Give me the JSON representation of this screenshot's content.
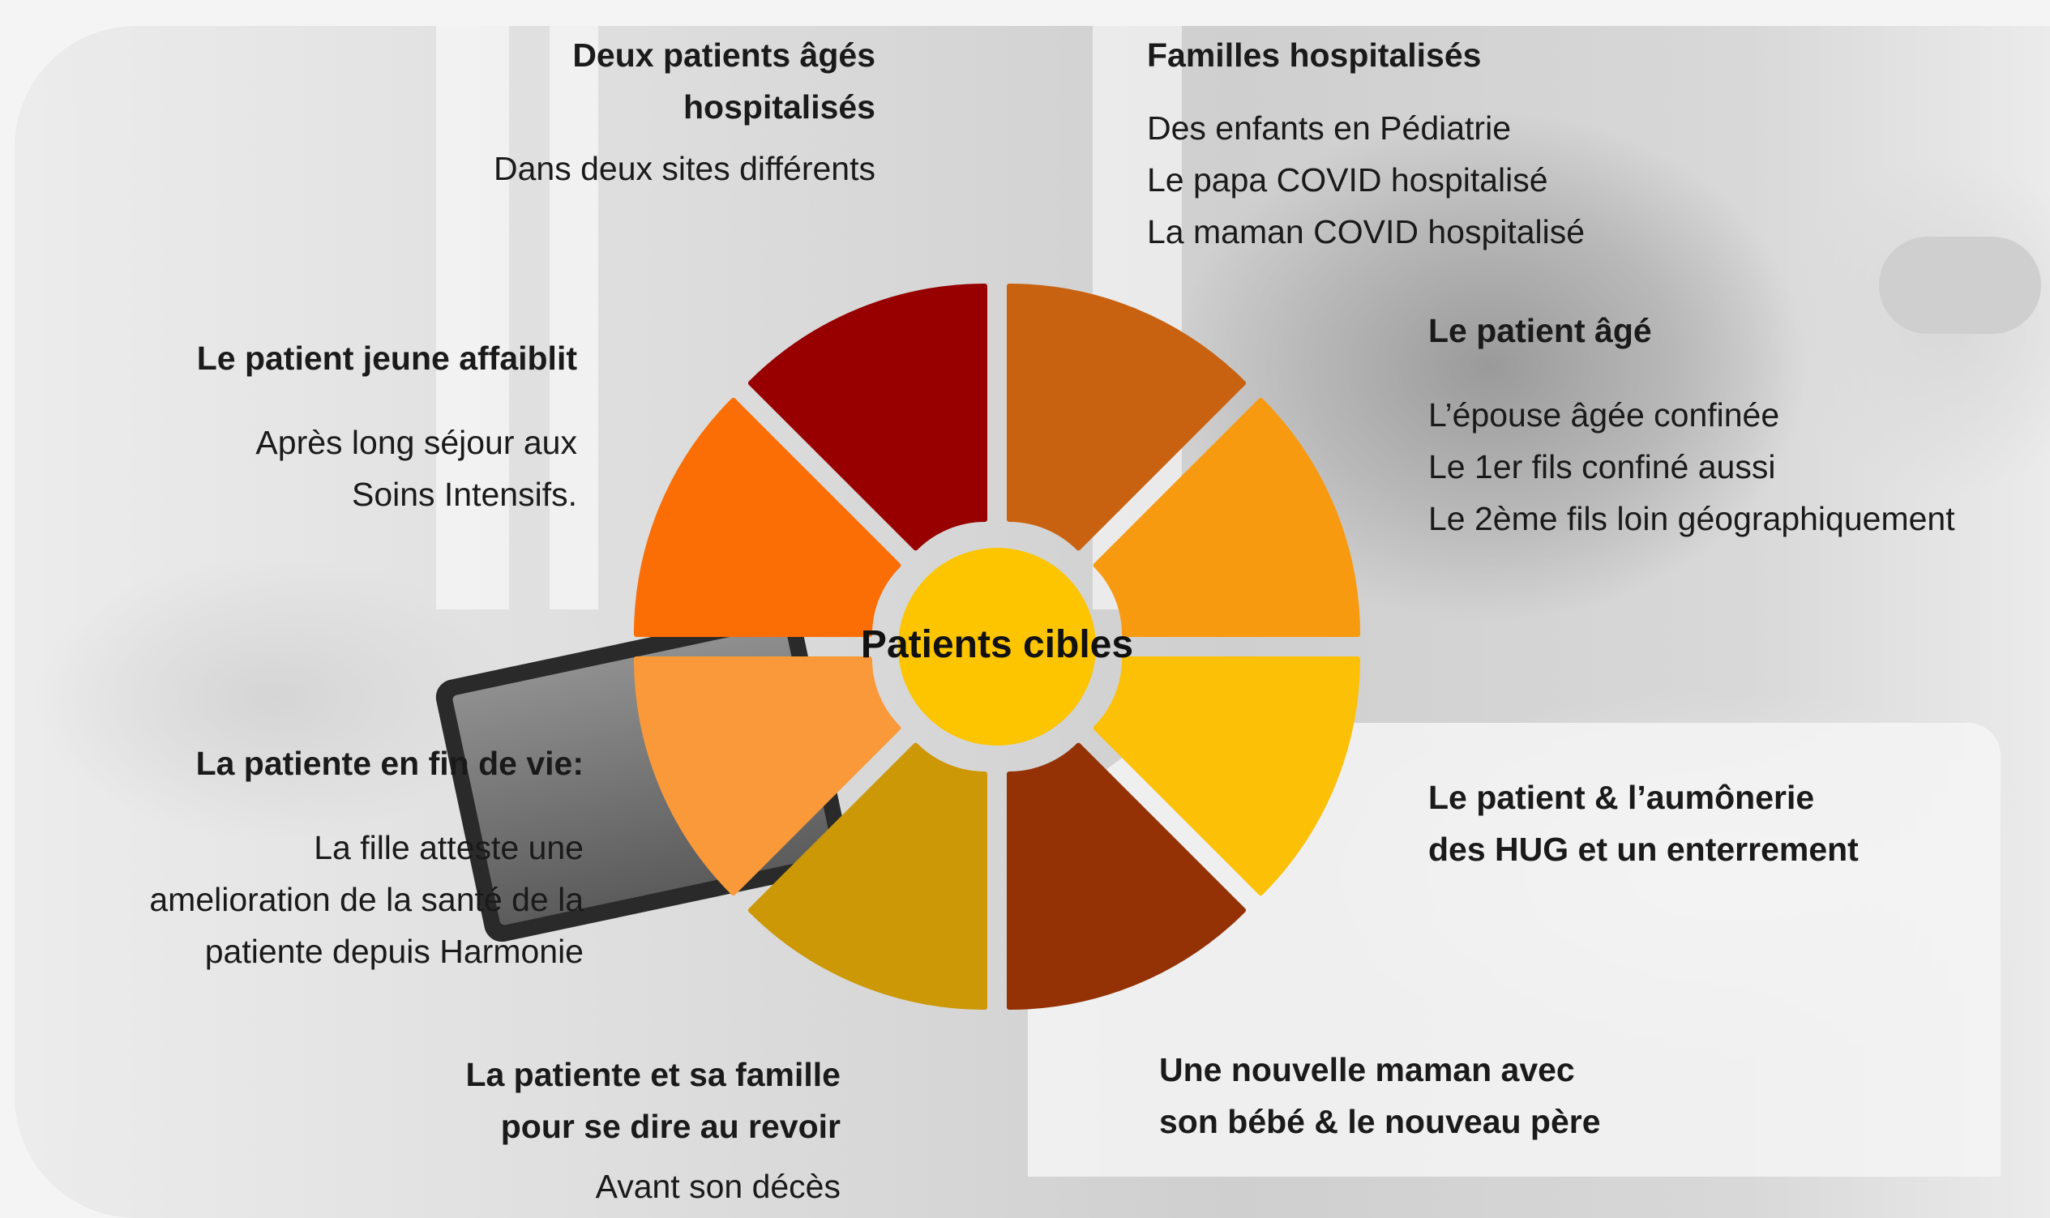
{
  "diagram": {
    "center_label": "Patients cibles",
    "center_color": "#FDC400",
    "segments": [
      {
        "id": "top-right",
        "color": "#C96210"
      },
      {
        "id": "right-upper",
        "color": "#F89A10"
      },
      {
        "id": "right-lower",
        "color": "#FCC006"
      },
      {
        "id": "bottom-right",
        "color": "#943105"
      },
      {
        "id": "bottom-left",
        "color": "#CD9806"
      },
      {
        "id": "left-lower",
        "color": "#FA993A"
      },
      {
        "id": "left-upper",
        "color": "#FB6D05"
      },
      {
        "id": "top-left",
        "color": "#980000"
      }
    ]
  },
  "blocks": {
    "deux_patients": {
      "title1": "Deux patients âgés",
      "title2": "hospitalisés",
      "line1": "Dans deux sites différents"
    },
    "familles": {
      "title": "Familles hospitalisés",
      "lines": [
        "Des enfants en Pédiatrie",
        "Le papa COVID hospitalisé",
        "La maman COVID hospitalisé"
      ]
    },
    "jeune": {
      "title": "Le patient jeune affaiblit",
      "line1": "Après long séjour aux",
      "line2": "Soins Intensifs."
    },
    "age": {
      "title": "Le patient âgé",
      "lines": [
        "L’épouse âgée confinée",
        "Le 1er fils confiné aussi",
        "Le 2ème fils loin géographiquement"
      ]
    },
    "fin_vie": {
      "title": "La patiente en fin de vie:",
      "lines": [
        "La fille atteste une",
        "amelioration de la santé de la",
        "patiente depuis Harmonie"
      ]
    },
    "aumonerie": {
      "title1": "Le patient & l’aumônerie",
      "title2": "des HUG et un enterrement"
    },
    "famille_revoir": {
      "title1": "La patiente et sa famille",
      "title2": "pour se dire au revoir",
      "line1": "Avant son décès"
    },
    "nouvelle_maman": {
      "title1": "Une nouvelle maman avec",
      "title2": "son bébé & le nouveau père"
    }
  }
}
